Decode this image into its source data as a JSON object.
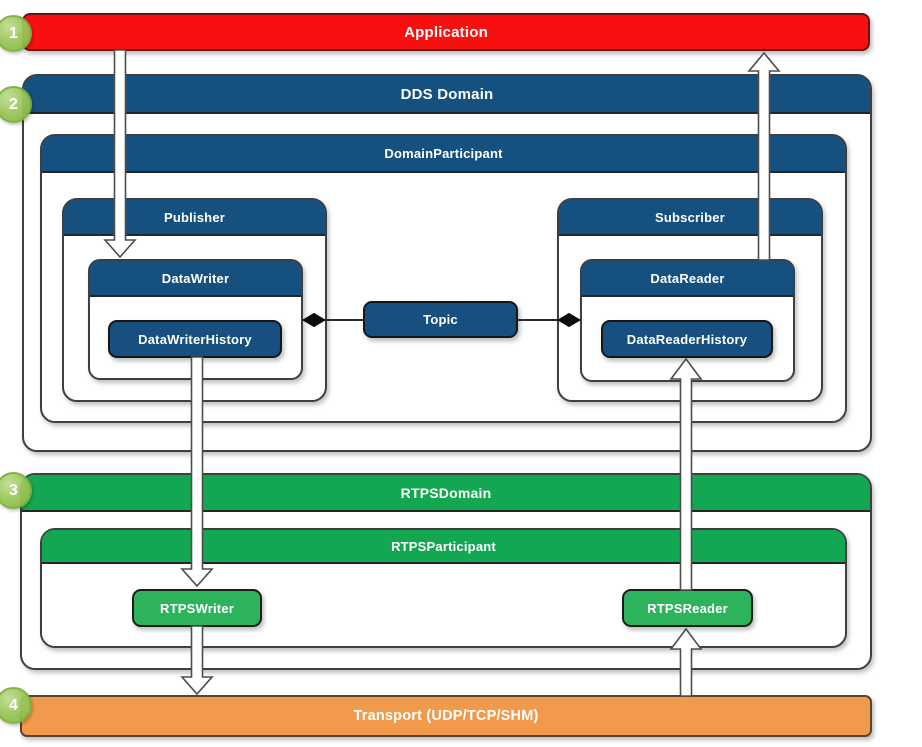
{
  "palette": {
    "application_red": "#f7100f",
    "dds_navy": "#15507f",
    "rtps_green": "#13a751",
    "rtps_green_light": "#2db35c",
    "transport_orange": "#f19a4b",
    "badge_green": "#9cc95e"
  },
  "badges": [
    {
      "label": "1"
    },
    {
      "label": "2"
    },
    {
      "label": "3"
    },
    {
      "label": "4"
    }
  ],
  "nodes": {
    "application": "Application",
    "dds_domain": "DDS Domain",
    "domain_participant": "DomainParticipant",
    "publisher": "Publisher",
    "subscriber": "Subscriber",
    "data_writer": "DataWriter",
    "data_reader": "DataReader",
    "data_writer_history": "DataWriterHistory",
    "data_reader_history": "DataReaderHistory",
    "topic": "Topic",
    "rtps_domain": "RTPSDomain",
    "rtps_participant": "RTPSParticipant",
    "rtps_writer": "RTPSWriter",
    "rtps_reader": "RTPSReader",
    "transport": "Transport (UDP/TCP/SHM)"
  }
}
